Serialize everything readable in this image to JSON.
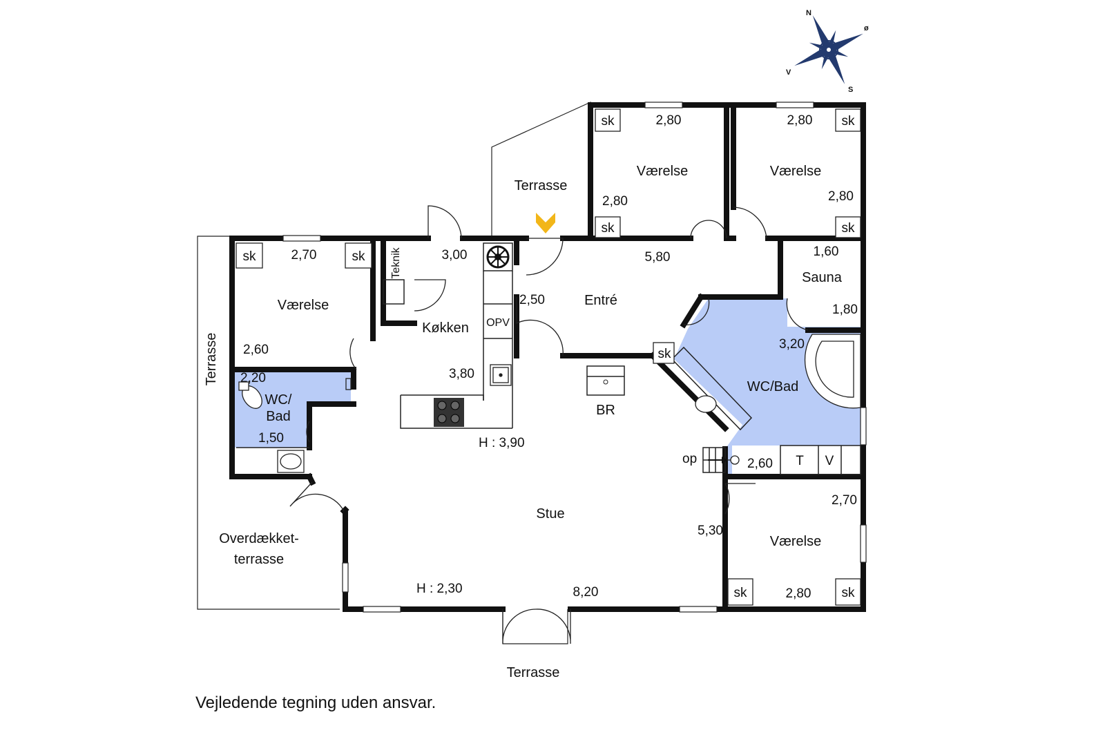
{
  "rooms": {
    "bedroom_top_left": "Værelse",
    "bedroom_top_right": "Værelse",
    "bedroom_left": "Værelse",
    "bedroom_bottom_right": "Værelse",
    "kitchen": "Køkken",
    "entrance": "Entré",
    "sauna": "Sauna",
    "bath_small": "WC/\nBad",
    "bath_small_line1": "WC/",
    "bath_small_line2": "Bad",
    "bath_large": "WC/Bad",
    "living": "Stue",
    "covered_terrace_line1": "Overdækket-",
    "covered_terrace_line2": "terrasse",
    "terrace_top": "Terrasse",
    "terrace_left": "Terrasse",
    "terrace_bottom": "Terrasse"
  },
  "dimensions": {
    "bedroom_tl_w": "2,80",
    "bedroom_tl_h": "2,80",
    "bedroom_tr_w": "2,80",
    "bedroom_tr_h": "2,80",
    "bedroom_l_w": "2,70",
    "bedroom_l_h": "2,60",
    "kitchen_w": "3,00",
    "kitchen_h": "3,80",
    "entrance_w": "5,80",
    "entrance_h": "2,50",
    "sauna_w": "1,60",
    "sauna_h": "1,80",
    "bath_large_w": "3,20",
    "bath_large_h": "2,60",
    "bath_small_w": "2,20",
    "bath_small_h": "1,50",
    "bedroom_br_w": "2,80",
    "bedroom_br_h": "2,70",
    "living_w": "8,20",
    "living_h": "5,30",
    "ceiling_high": "H : 3,90",
    "ceiling_low": "H : 2,30"
  },
  "fixtures": {
    "closet": "sk",
    "technical": "Teknik",
    "dishwasher": "OPV",
    "fireplace": "BR",
    "stairs_up": "op",
    "dryer": "T",
    "washer": "V"
  },
  "compass": {
    "n": "N",
    "e": "ø",
    "s": "S",
    "w": "V"
  },
  "footer": {
    "disclaimer": "Vejledende tegning uden ansvar."
  },
  "colors": {
    "wet_room": "#b9ccf7",
    "entrance_marker": "#f2b619",
    "wall": "#111111"
  }
}
